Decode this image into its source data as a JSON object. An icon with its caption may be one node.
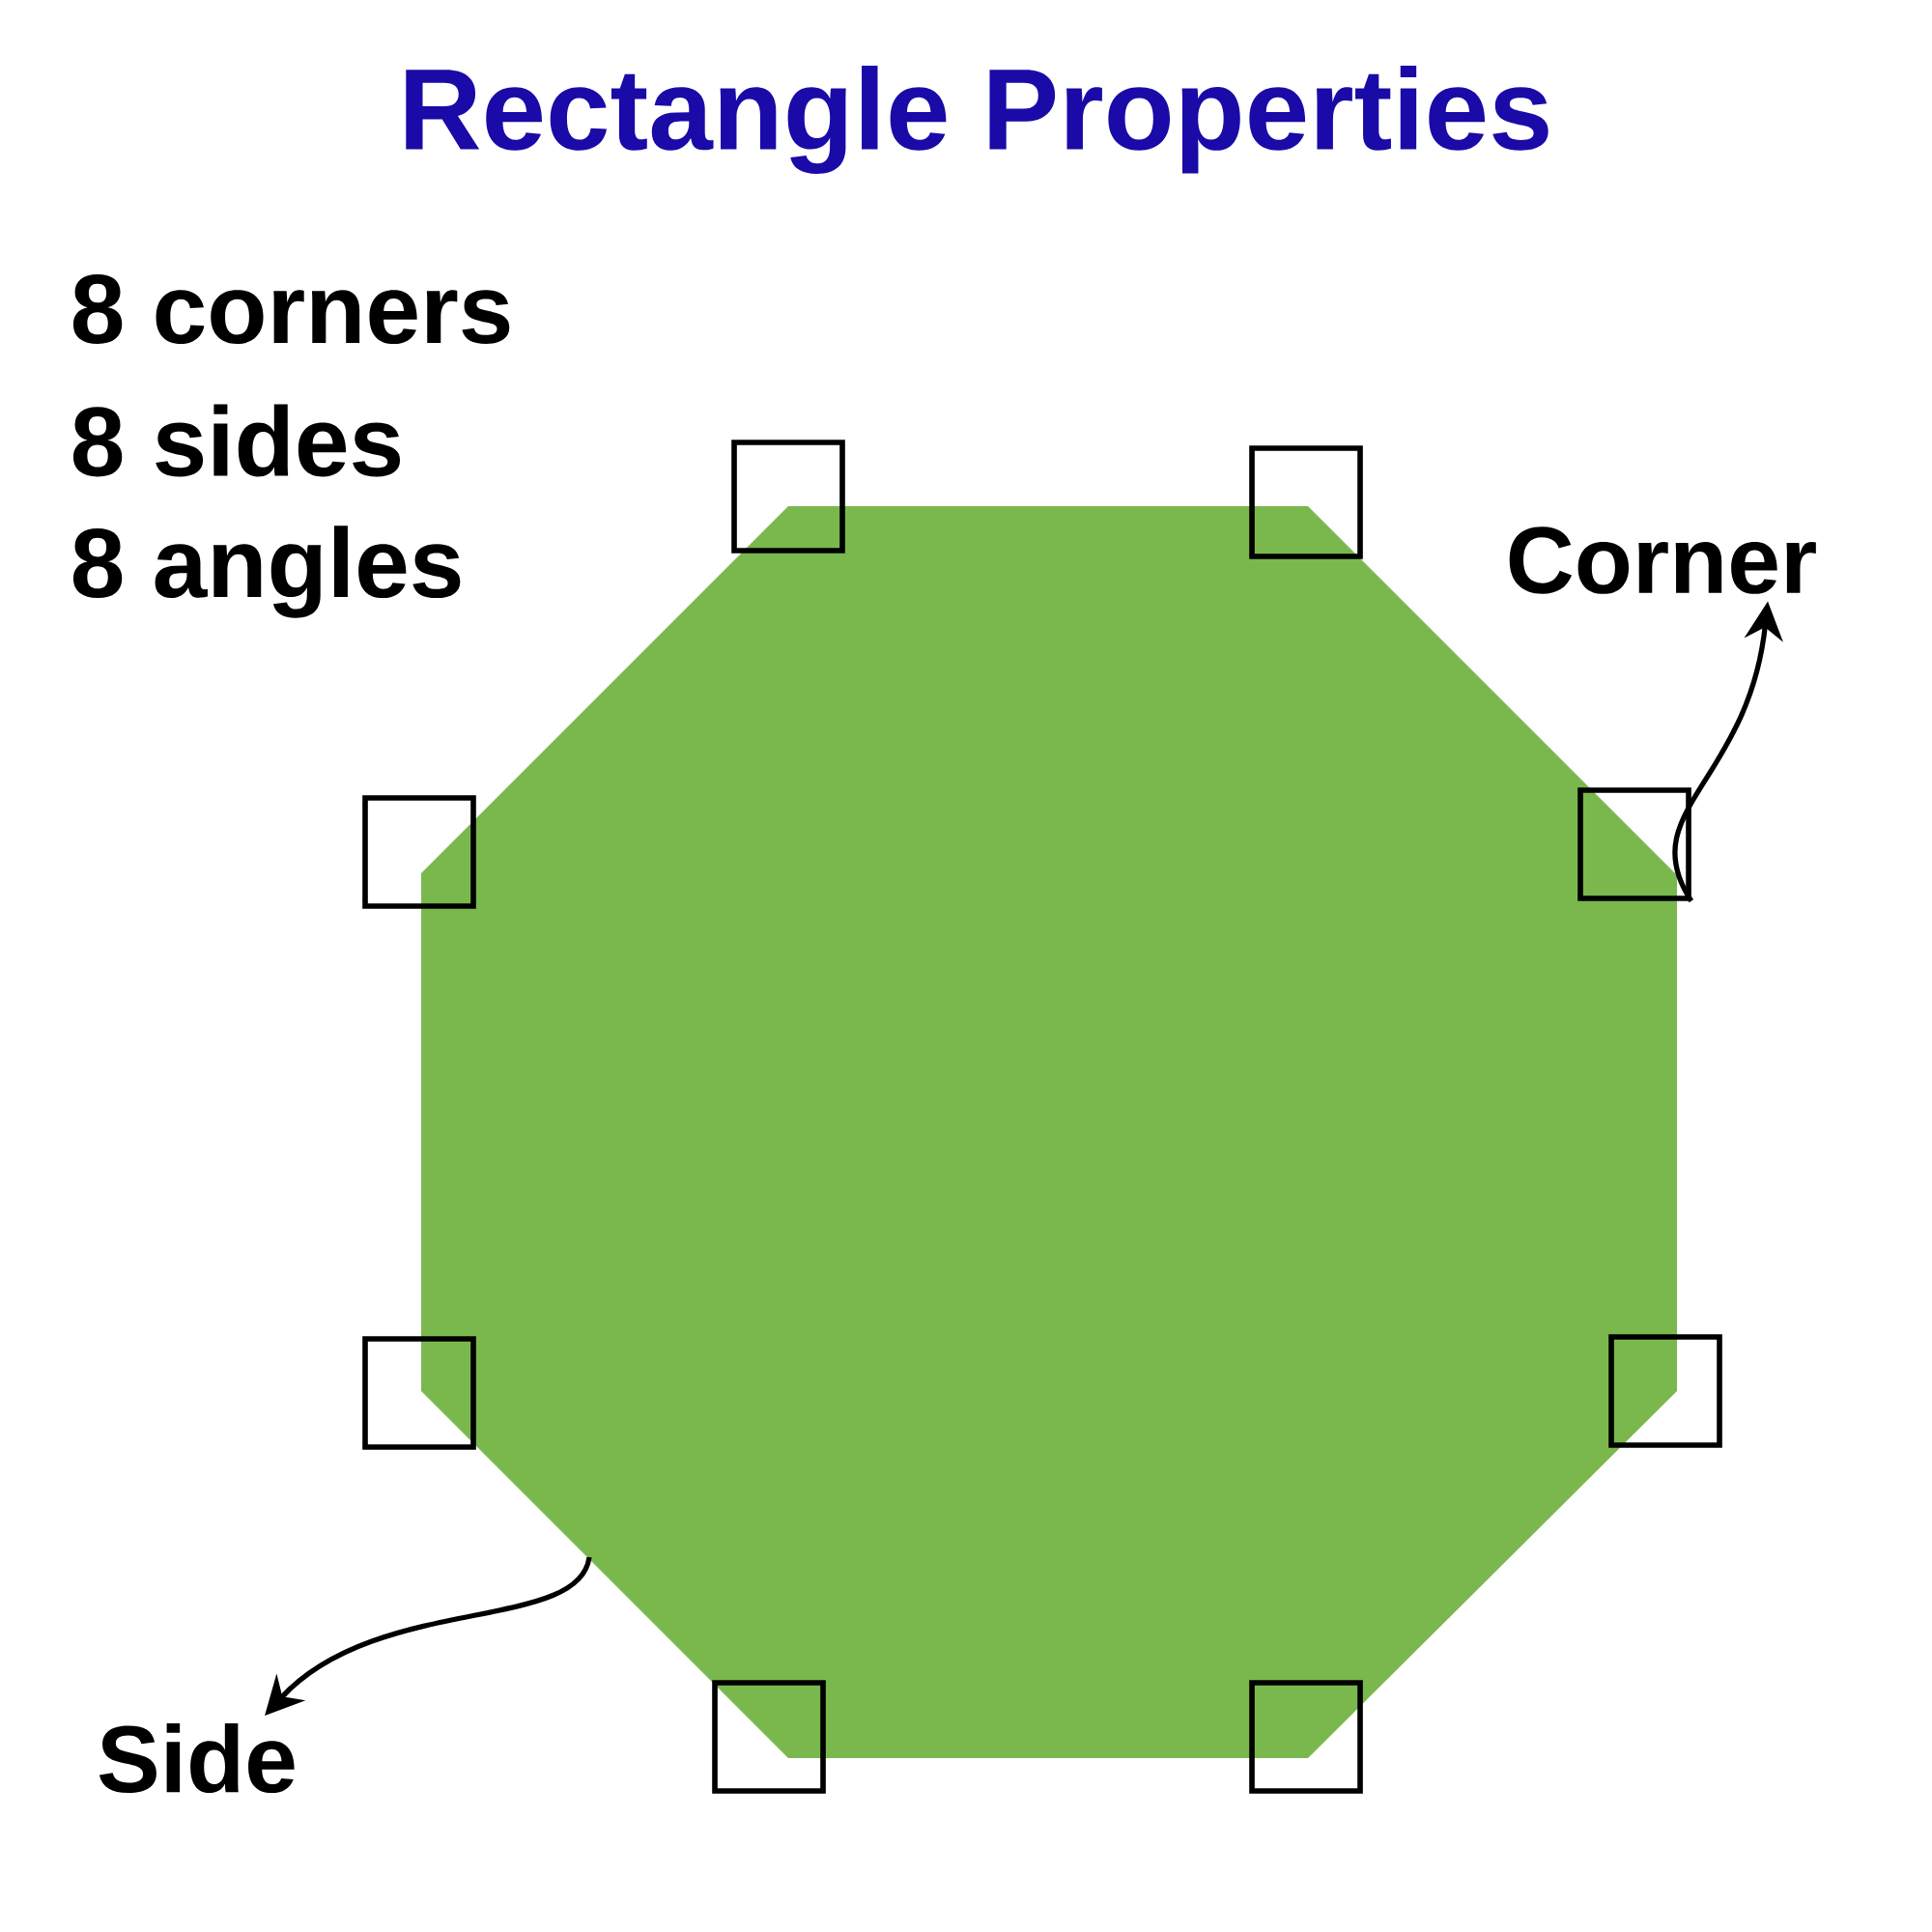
{
  "diagram": {
    "title": "Rectangle Properties",
    "nodes": [
      {
        "text": [],
        "shape": "octagon"
      },
      {
        "text": [],
        "shape": "box"
      },
      {
        "text": [],
        "shape": "box"
      },
      {
        "text": [],
        "shape": "box"
      },
      {
        "text": [],
        "shape": "box"
      },
      {
        "text": [],
        "shape": "box"
      },
      {
        "text": [],
        "shape": "box"
      },
      {
        "text": [],
        "shape": "box"
      },
      {
        "text": [],
        "shape": "box"
      },
      {
        "text": [
          "Corner"
        ]
      },
      {
        "text": [
          "Side"
        ]
      }
    ],
    "edges": [
      {
        "from": 4,
        "to": 9,
        "arrow": "to"
      },
      {
        "from": 0,
        "to": 10,
        "arrow": "to"
      }
    ],
    "labels": [
      "8 corners",
      "8 sides",
      "8 angles"
    ]
  }
}
